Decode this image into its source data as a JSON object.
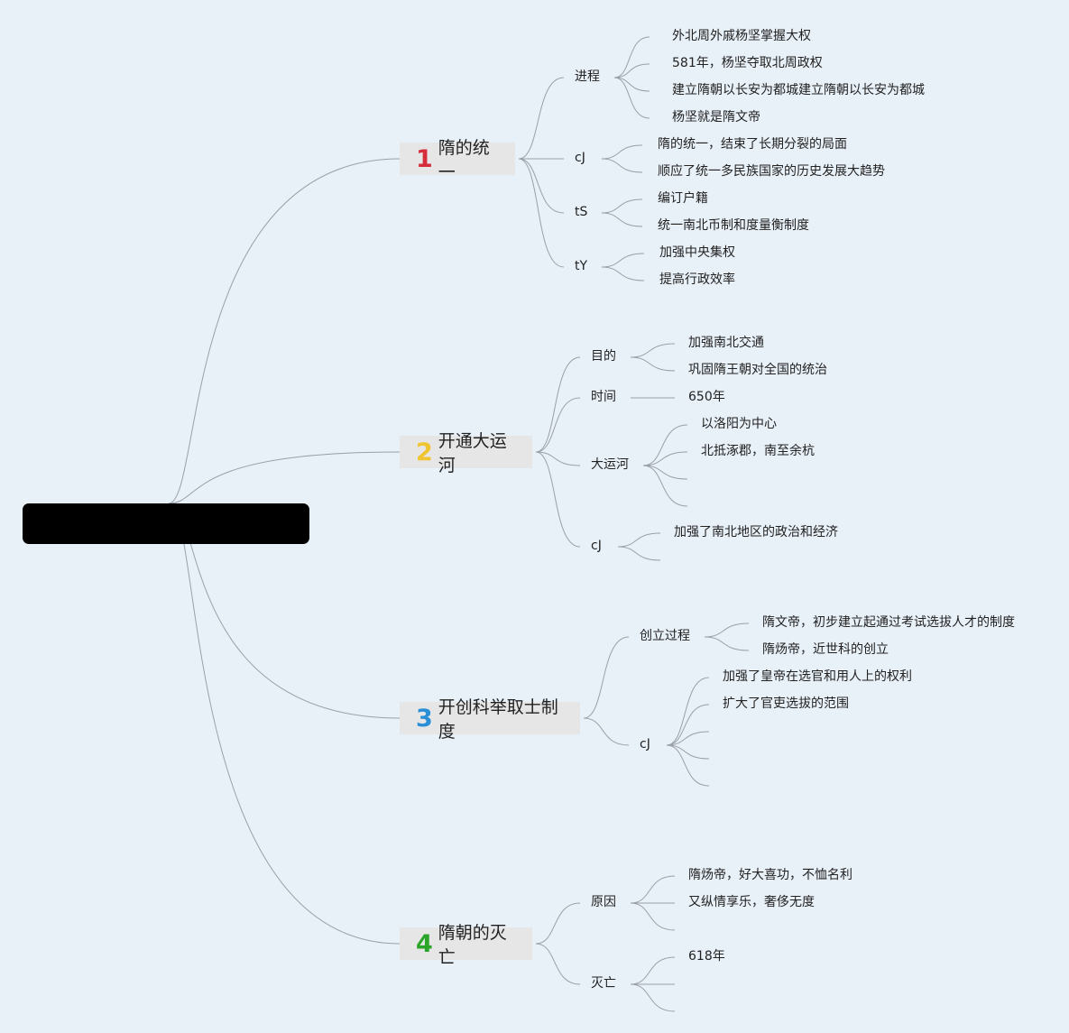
{
  "colors": {
    "background": "#e8f0f8",
    "line": "#9aa0a6",
    "num1": "#d62d3c",
    "num2": "#f0c330",
    "num3": "#2a8fd6",
    "num4": "#2aa52a"
  },
  "main": [
    {
      "num": "1",
      "label": "隋的统一",
      "subs": [
        {
          "label": "进程",
          "items": [
            "外北周外戚杨坚掌握大权",
            "581年，杨坚夺取北周政权",
            "建立隋朝以长安为都城建立隋朝以长安为都城",
            "杨坚就是隋文帝"
          ]
        },
        {
          "label": "cJ",
          "items": [
            "隋的统一，结束了长期分裂的局面",
            "顺应了统一多民族国家的历史发展大趋势"
          ]
        },
        {
          "label": "tS",
          "items": [
            "编订户籍",
            "统一南北币制和度量衡制度"
          ]
        },
        {
          "label": "tY",
          "items": [
            "加强中央集权",
            "提高行政效率"
          ]
        }
      ]
    },
    {
      "num": "2",
      "label": "开通大运河",
      "subs": [
        {
          "label": "目的",
          "items": [
            "加强南北交通",
            "巩固隋王朝对全国的统治"
          ]
        },
        {
          "label": "时间",
          "items": [
            "650年"
          ]
        },
        {
          "label": "大运河",
          "items": [
            "以洛阳为中心",
            "北抵涿郡，南至余杭",
            "",
            ""
          ]
        },
        {
          "label": "cJ",
          "items": [
            "加强了南北地区的政治和经济",
            ""
          ]
        }
      ]
    },
    {
      "num": "3",
      "label": "开创科举取士制度",
      "subs": [
        {
          "label": "创立过程",
          "items": [
            "隋文帝，初步建立起通过考试选拔人才的制度",
            "隋炀帝，近世科的创立"
          ]
        },
        {
          "label": "cJ",
          "items": [
            "加强了皇帝在选官和用人上的权利",
            "扩大了官吏选拔的范围",
            "",
            "",
            ""
          ]
        }
      ]
    },
    {
      "num": "4",
      "label": "隋朝的灭亡",
      "subs": [
        {
          "label": "原因",
          "items": [
            "隋炀帝，好大喜功，不恤名利",
            "又纵情享乐，奢侈无度",
            ""
          ]
        },
        {
          "label": "灭亡",
          "items": [
            "618年",
            "",
            ""
          ]
        }
      ]
    }
  ]
}
